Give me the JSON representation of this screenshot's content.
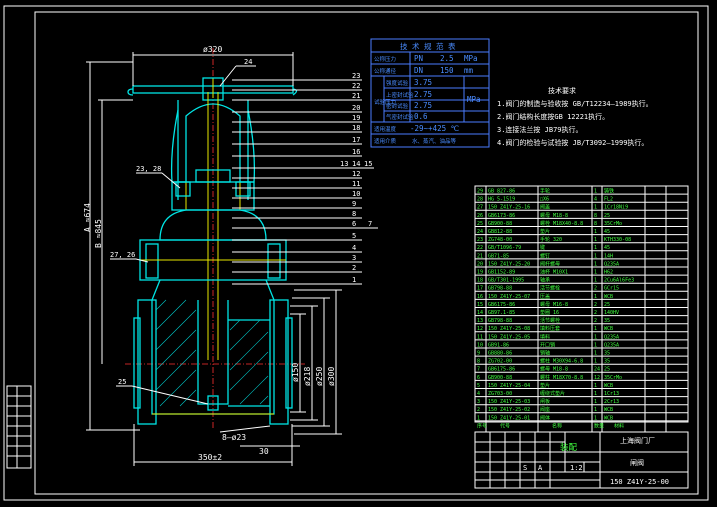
{
  "dimensions": {
    "top_width": "ø320",
    "height_a": "A ≈674",
    "height_b": "B ≈845",
    "d150": "ø150",
    "d218": "ø218",
    "d250": "ø250",
    "d300": "ø300",
    "bolts": "8–ø23",
    "face": "30",
    "length": "350±2"
  },
  "balloons_left": [
    "24",
    "23, 28",
    "27, 26",
    "25"
  ],
  "balloons_right": [
    "23",
    "22",
    "21",
    "20",
    "19",
    "18",
    "17",
    "16",
    "13",
    "14",
    "15",
    "12",
    "11",
    "10",
    "9",
    "8",
    "6",
    "7",
    "5",
    "4",
    "3",
    "2",
    "1"
  ],
  "spec_table": {
    "title": "技 术 规 范 表",
    "rows": [
      {
        "label": "公称压力",
        "sym": "PN",
        "value": "2.5",
        "unit": "MPa"
      },
      {
        "label": "公称通径",
        "sym": "DN",
        "value": "150",
        "unit": "mm"
      },
      {
        "label": "强度试验",
        "sym": "",
        "value": "3.75",
        "unit": ""
      },
      {
        "label": "上密封试验",
        "sym": "",
        "value": "2.75",
        "unit": "MPa"
      },
      {
        "label": "密封试验",
        "sym": "",
        "value": "2.75",
        "unit": ""
      },
      {
        "label": "气密封试验",
        "sym": "",
        "value": "0.6",
        "unit": ""
      },
      {
        "label": "适用温度",
        "sym": "",
        "value": "-29~+425 ℃",
        "unit": ""
      },
      {
        "label": "适用介质",
        "sym": "",
        "value": "水、蒸汽、油品等",
        "unit": ""
      }
    ],
    "side_label": "试验压力"
  },
  "tech_notes": {
    "title": "技术要求",
    "items": [
      "1.阀门的制造与验收按 GB/T12234—1989执行。",
      "2.阀门结构长度按GB 12221执行。",
      "3.连接法兰按 JB79执行。",
      "4.阀门的检验与试验按 JB/T3092—1999执行。"
    ]
  },
  "bom": {
    "rows": [
      {
        "no": "29",
        "std": "GB 827-86",
        "name": "手轮",
        "qty": "1",
        "mat": "铸铁"
      },
      {
        "no": "28",
        "std": "HG 5-1519",
        "name": "□X6",
        "qty": "4",
        "mat": "FL2"
      },
      {
        "no": "27",
        "std": "150 Z41Y-25-16",
        "name": "阀盖",
        "qty": "1",
        "mat": "1Cr18Ni9"
      },
      {
        "no": "26",
        "std": "GB6173-86",
        "name": "螺母 M18-8",
        "qty": "8",
        "mat": "25"
      },
      {
        "no": "25",
        "std": "GB900-88",
        "name": "螺栓 M18X40-8.8",
        "qty": "8",
        "mat": "35CrMo"
      },
      {
        "no": "24",
        "std": "GB812-88",
        "name": "垫片",
        "qty": "1",
        "mat": "45"
      },
      {
        "no": "23",
        "std": "ZG748-00",
        "name": "手轮 320",
        "qty": "1",
        "mat": "KTH330-08"
      },
      {
        "no": "22",
        "std": "GB/T1096-79",
        "name": "键",
        "qty": "1",
        "mat": "45"
      },
      {
        "no": "21",
        "std": "GB71-85",
        "name": "螺钉",
        "qty": "1",
        "mat": "14H"
      },
      {
        "no": "20",
        "std": "150 Z41Y-25-20",
        "name": "阀杆螺母",
        "qty": "1",
        "mat": "Q235A"
      },
      {
        "no": "19",
        "std": "GB1152-89",
        "name": "油杯 M10X1",
        "qty": "1",
        "mat": "H62"
      },
      {
        "no": "18",
        "std": "GB/T301-1995",
        "name": "轴承",
        "qty": "1",
        "mat": "2Cu6Al6Fe3"
      },
      {
        "no": "17",
        "std": "GB798-88",
        "name": "活节螺栓",
        "qty": "2",
        "mat": "GCr15"
      },
      {
        "no": "16",
        "std": "150 Z41Y-25-07",
        "name": "压盖",
        "qty": "1",
        "mat": "WCB"
      },
      {
        "no": "15",
        "std": "GB6175-86",
        "name": "螺母 M16-8",
        "qty": "2",
        "mat": "25"
      },
      {
        "no": "14",
        "std": "GB97.1-85",
        "name": "垫圈 16",
        "qty": "2",
        "mat": "140HV"
      },
      {
        "no": "13",
        "std": "GB798-88",
        "name": "活节螺栓",
        "qty": "2",
        "mat": "35"
      },
      {
        "no": "12",
        "std": "150 Z41Y-25-08",
        "name": "填料压套",
        "qty": "1",
        "mat": "WCB"
      },
      {
        "no": "11",
        "std": "150 Z41Y-25-05",
        "name": "填料",
        "qty": "1",
        "mat": "Q235A"
      },
      {
        "no": "10",
        "std": "GB91-86",
        "name": "开口销",
        "qty": "1",
        "mat": "Q235A"
      },
      {
        "no": "9",
        "std": "GB880-86",
        "name": "销轴",
        "qty": "1",
        "mat": "35"
      },
      {
        "no": "8",
        "std": "ZG702-00",
        "name": "螺柱 M30X94-6.8",
        "qty": "1",
        "mat": "35"
      },
      {
        "no": "7",
        "std": "GB6175-86",
        "name": "螺母 M18-8",
        "qty": "24",
        "mat": "25"
      },
      {
        "no": "6",
        "std": "GB900-88",
        "name": "螺柱 M18X70-8.8",
        "qty": "12",
        "mat": "35CrMo"
      },
      {
        "no": "5",
        "std": "150 Z41Y-25-04",
        "name": "垫片",
        "qty": "1",
        "mat": "WCB"
      },
      {
        "no": "4",
        "std": "ZG703-00",
        "name": "缠绕式垫片",
        "qty": "1",
        "mat": "1Cr13"
      },
      {
        "no": "3",
        "std": "150 Z41Y-25-03",
        "name": "闸板",
        "qty": "1",
        "mat": "2Cr13"
      },
      {
        "no": "2",
        "std": "150 Z41Y-25-02",
        "name": "阀座",
        "qty": "1",
        "mat": "WCB"
      },
      {
        "no": "1",
        "std": "150 Z41Y-25-01",
        "name": "阀体",
        "qty": "1",
        "mat": "WCB"
      }
    ],
    "headers": [
      "序号",
      "代号",
      "名称",
      "数量",
      "材料"
    ]
  },
  "title_block": {
    "company": "上海阀门厂",
    "title": "闸阀",
    "part_name": "装配",
    "drawing_no": "150 Z41Y-25-00",
    "scale": "1:2",
    "tags": [
      "S",
      "A"
    ]
  }
}
